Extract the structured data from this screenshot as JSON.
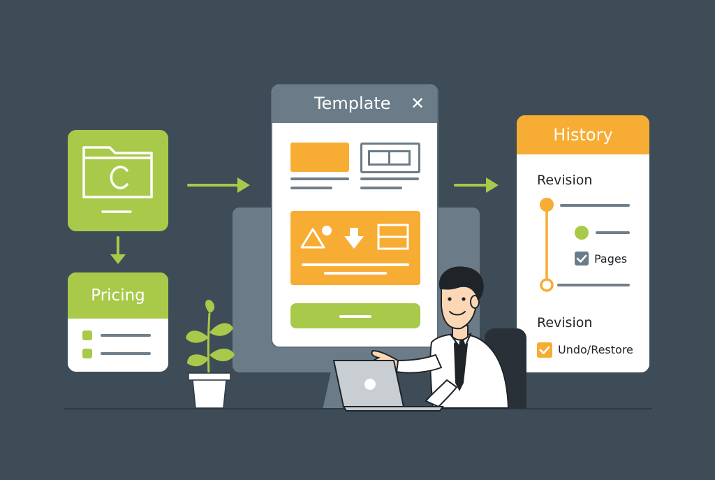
{
  "colors": {
    "background": "#3e4c58",
    "green": "#a9c94a",
    "orange": "#f7ac33",
    "panel_gray": "#6b7c88",
    "white": "#ffffff",
    "line_gray": "#6f7f8b"
  },
  "template_window": {
    "title": "Template",
    "close_symbol": "✕"
  },
  "pricing_card": {
    "title": "Pricing"
  },
  "history_panel": {
    "title": "History",
    "sections": [
      {
        "heading": "Revision",
        "checkbox_label": "Pages"
      },
      {
        "heading": "Revision",
        "checkbox_label": "Undo/Restore"
      }
    ]
  },
  "icons": {
    "folder_card": "folder-c-icon",
    "shapes": "triangle-circle-icon",
    "download": "download-arrow-icon",
    "layout": "layout-grid-icon"
  }
}
